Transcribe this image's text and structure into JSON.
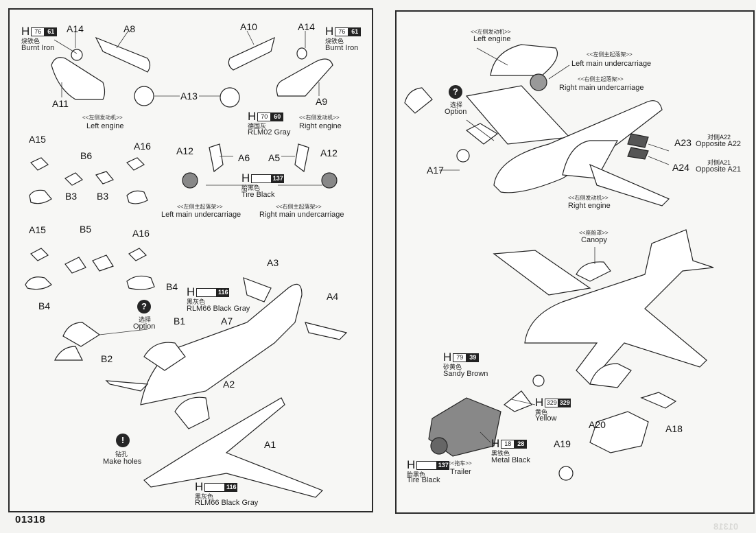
{
  "document": {
    "footer_code": "01318",
    "back_code_faint": "01318"
  },
  "left_page": {
    "left_engine": {
      "parts": [
        "A14",
        "A8",
        "A11",
        "A13"
      ],
      "paint": {
        "prefix": "H",
        "code1": "76",
        "code2": "61",
        "cn": "烧铁色",
        "en": "Burnt Iron"
      },
      "title_cn": "<<左侧发动机>>",
      "title_en": "Left engine"
    },
    "right_engine": {
      "parts": [
        "A10",
        "A14",
        "A9"
      ],
      "paint": {
        "prefix": "H",
        "code1": "76",
        "code2": "61",
        "cn": "烧铁色",
        "en": "Burnt Iron"
      },
      "paint_gray": {
        "prefix": "H",
        "code1": "70",
        "code2": "60",
        "cn": "德国灰",
        "en": "RLM02 Gray"
      },
      "title_cn": "<<右侧发动机>>",
      "title_en": "Right engine"
    },
    "bombs_row1": {
      "parts": [
        "A15",
        "B6",
        "A16",
        "B3",
        "B3"
      ]
    },
    "undercarriage": {
      "parts": [
        "A12",
        "A6",
        "A5",
        "A12"
      ],
      "paint": {
        "prefix": "H",
        "code1": "",
        "code2": "137",
        "cn": "胎黑色",
        "en": "Tire Black"
      },
      "left_title_cn": "<<左侧主起落架>>",
      "left_title_en": "Left main undercarriage",
      "right_title_cn": "<<右侧主起落架>>",
      "right_title_en": "Right main undercarriage"
    },
    "bombs_row2": {
      "parts": [
        "A15",
        "B5",
        "A16",
        "B4",
        "B4"
      ]
    },
    "option": {
      "cn": "选择",
      "en": "Option",
      "icon": "?"
    },
    "fuselage": {
      "parts": [
        "B1",
        "B2",
        "A7",
        "A3",
        "A4",
        "A2",
        "A1"
      ],
      "paint_top": {
        "prefix": "H",
        "code1": "",
        "code2": "116",
        "cn": "黑灰色",
        "en": "RLM66 Black Gray"
      },
      "paint_bottom": {
        "prefix": "H",
        "code1": "",
        "code2": "116",
        "cn": "黑灰色",
        "en": "RLM66 Black Gray"
      },
      "holes": {
        "cn": "钻孔",
        "en": "Make holes",
        "icon": "!"
      }
    }
  },
  "right_page": {
    "assembly": {
      "left_engine_cn": "<<左侧发动机>>",
      "left_engine_en": "Left engine",
      "left_uc_cn": "<<左侧主起落架>>",
      "left_uc_en": "Left main undercarriage",
      "right_uc_cn": "<<右侧主起落架>>",
      "right_uc_en": "Right main undercarriage",
      "option_cn": "选择",
      "option_en": "Option",
      "option_icon": "?",
      "a17": "A17",
      "a23": "A23",
      "a24": "A24",
      "opp22_cn": "对侧A22",
      "opp22_en": "Opposite A22",
      "opp21_cn": "对侧A21",
      "opp21_en": "Opposite A21",
      "right_engine_cn": "<<右侧发动机>>",
      "right_engine_en": "Right engine"
    },
    "canopy": {
      "cn": "<<座舱罩>>",
      "en": "Canopy"
    },
    "trailer": {
      "sandy": {
        "prefix": "H",
        "code1": "79",
        "code2": "39",
        "cn": "砂黄色",
        "en": "Sandy Brown"
      },
      "yellow": {
        "prefix": "H",
        "code1": "329",
        "code2": "329",
        "cn": "黄色",
        "en": "Yellow"
      },
      "metal": {
        "prefix": "H",
        "code1": "18",
        "code2": "28",
        "cn": "黑铁色",
        "en": "Metal  Black"
      },
      "tire": {
        "prefix": "H",
        "code1": "",
        "code2": "137",
        "cn": "胎黑色",
        "en": "Tire Black"
      },
      "title_cn": "<<拖车>>",
      "title_en": "Trailer",
      "parts": [
        "A19",
        "A20",
        "A18"
      ]
    }
  }
}
